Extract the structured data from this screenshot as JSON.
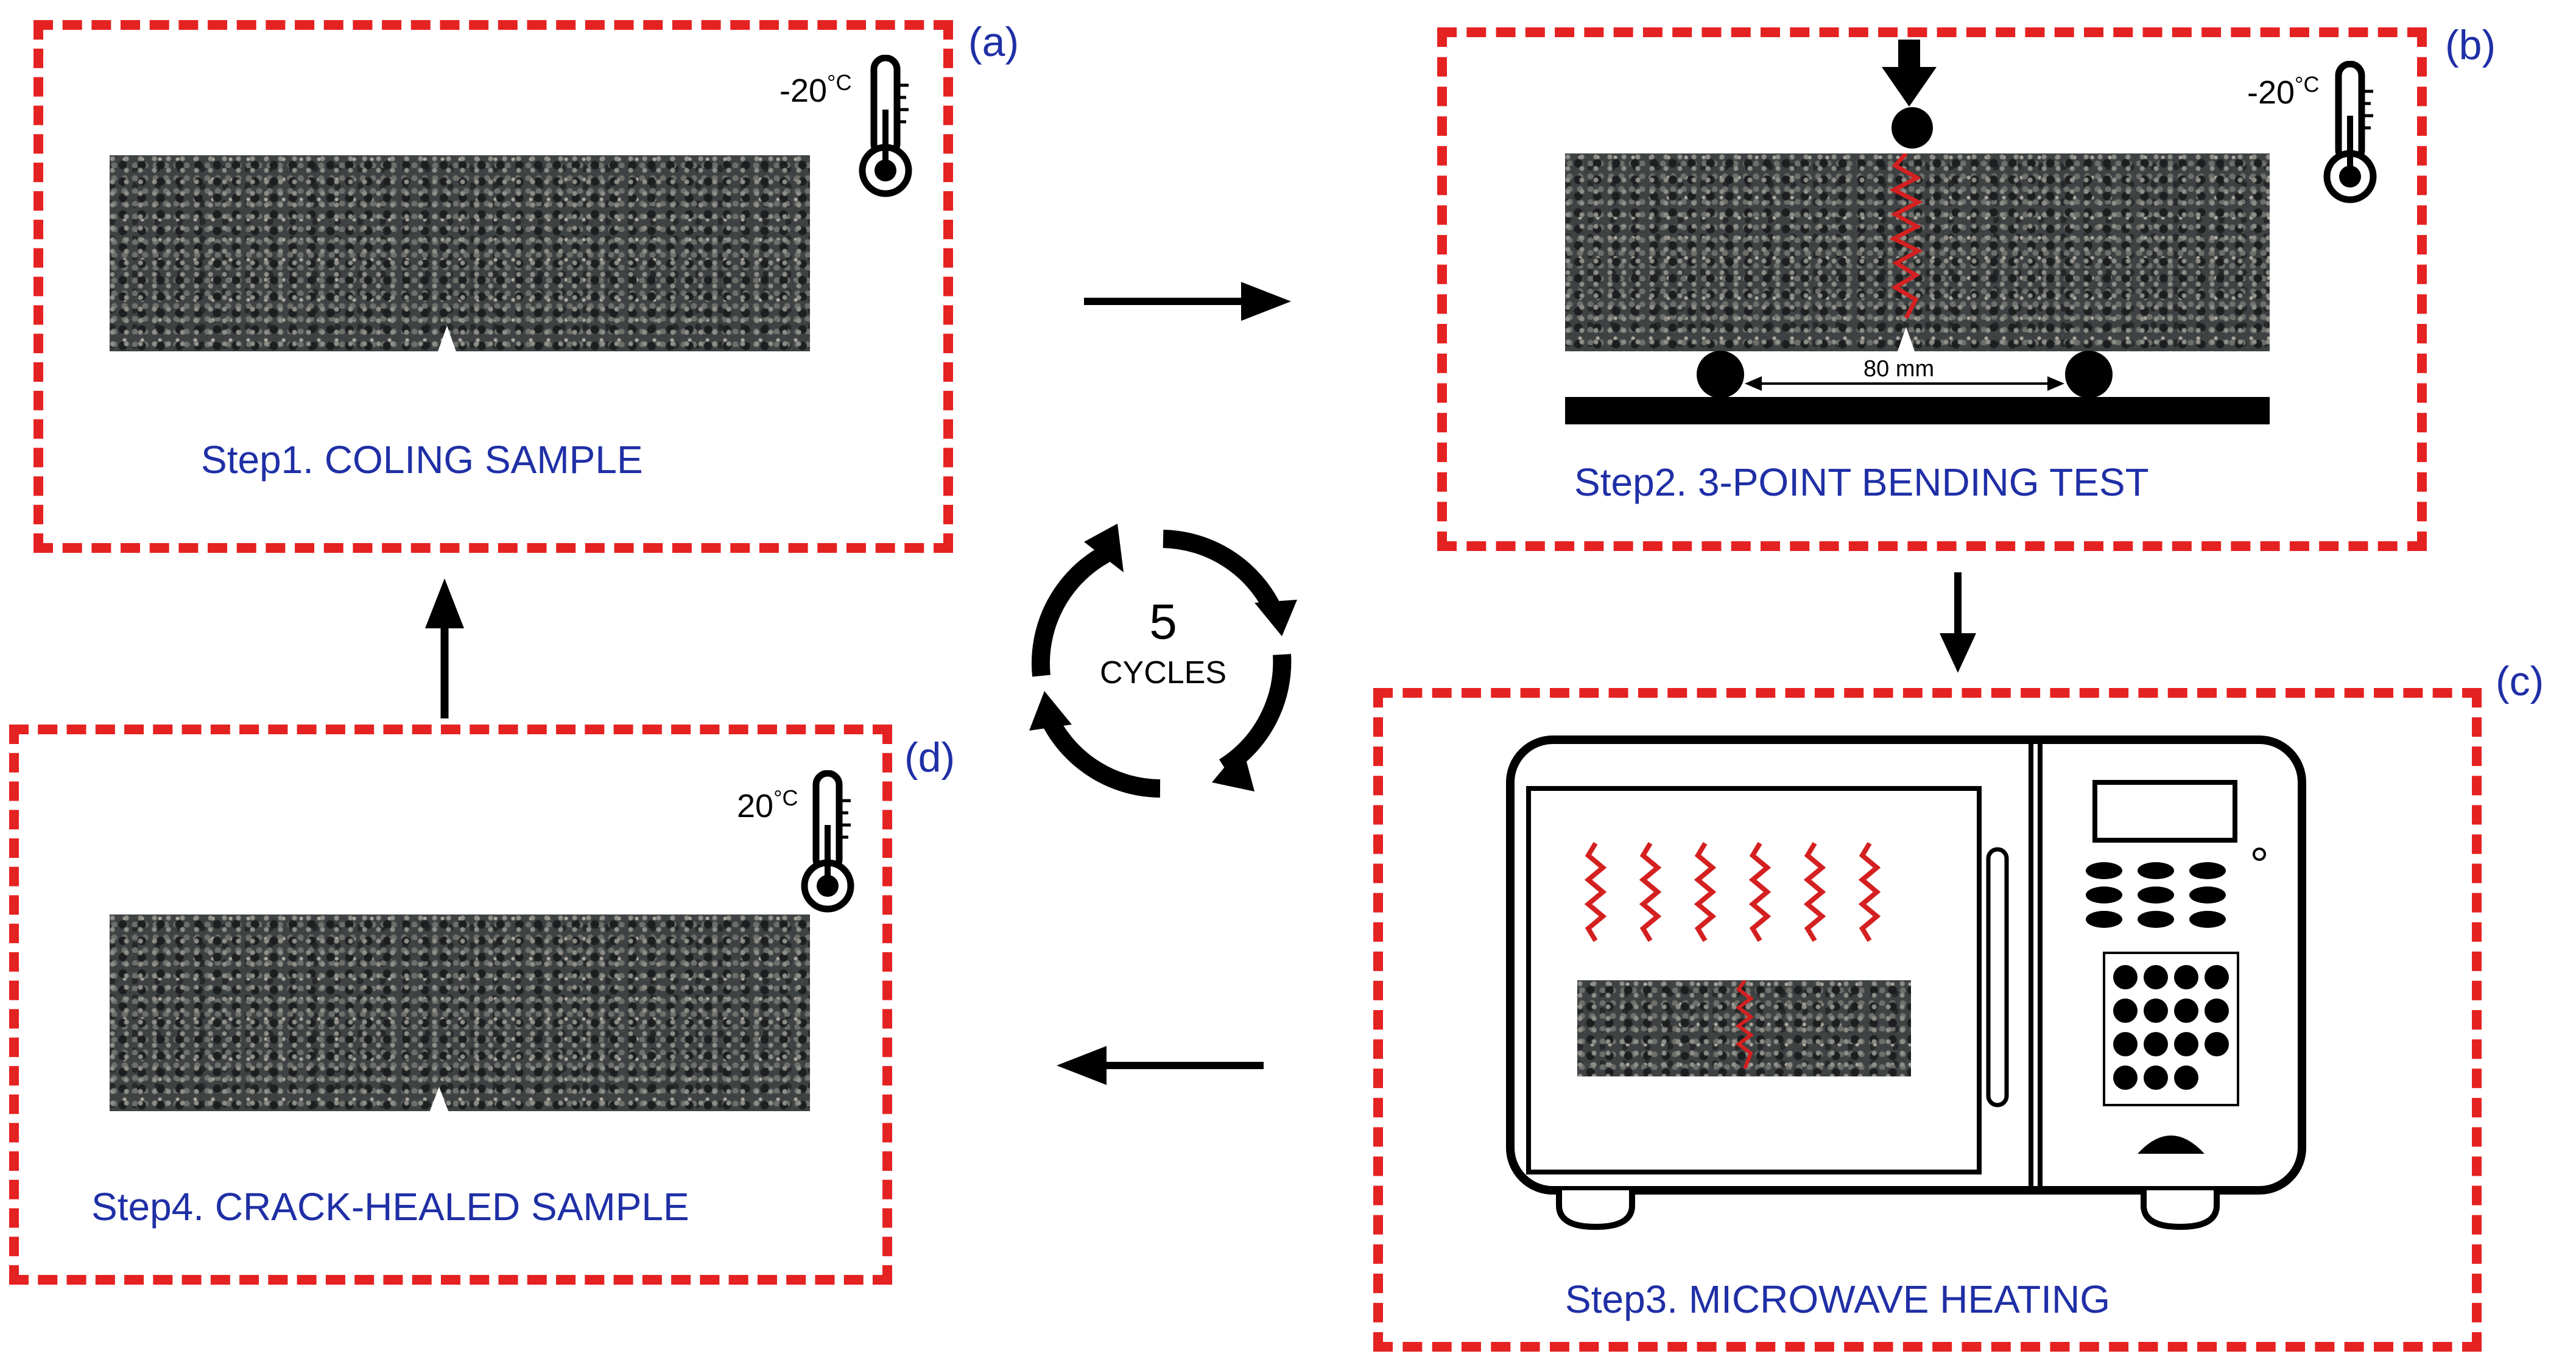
{
  "panels": {
    "a": {
      "label": "(a)",
      "step": "Step1. COLING SAMPLE",
      "temp": "-20",
      "unit": "°C"
    },
    "b": {
      "label": "(b)",
      "step": "Step2. 3-POINT BENDING TEST",
      "temp": "-20",
      "unit": "°C",
      "span": "80 mm"
    },
    "c": {
      "label": "(c)",
      "step": "Step3. MICROWAVE HEATING"
    },
    "d": {
      "label": "(d)",
      "step": "Step4. CRACK-HEALED SAMPLE",
      "temp": "20",
      "unit": "°C"
    }
  },
  "cycle": {
    "count": "5",
    "label": "CYCLES"
  },
  "colors": {
    "dash": "#e52222",
    "text": "#1f2fa6",
    "crack": "#d42020"
  }
}
